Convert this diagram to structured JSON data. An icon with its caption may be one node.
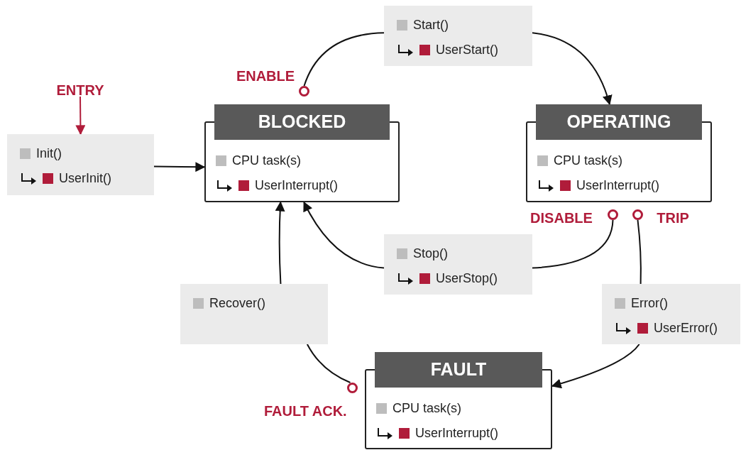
{
  "diagram": {
    "nodes": [
      {
        "text": [
          "ENTRY"
        ]
      },
      {
        "text": [
          "Start()",
          "UserStart()"
        ]
      },
      {
        "text": [],
        "shape": "circle",
        "beside": [
          "ENABLE"
        ]
      },
      {
        "text": [
          "Init()",
          "UserInit()"
        ]
      },
      {
        "text": [
          "BLOCKED",
          "CPU task(s)",
          "UserInterrupt()"
        ]
      },
      {
        "text": [
          "OPERATING",
          "CPU task(s)",
          "UserInterrupt()"
        ]
      },
      {
        "text": [],
        "shape": "circle",
        "beside": [
          "DISABLE"
        ]
      },
      {
        "text": [],
        "shape": "circle",
        "beside": [
          "TRIP"
        ]
      },
      {
        "text": [
          "Stop()",
          "UserStop()"
        ]
      },
      {
        "text": [
          "Recover()"
        ]
      },
      {
        "text": [
          "Error()",
          "UserError()"
        ]
      },
      {
        "text": [
          "FAULT",
          "CPU task(s)",
          "UserInterrupt()"
        ]
      },
      {
        "text": [],
        "shape": "circle",
        "beside": [
          "FAULT ACK."
        ]
      }
    ],
    "edges": [
      {
        "from": 0,
        "to": 3,
        "arrow": "to",
        "color": "#b01c3a"
      },
      {
        "from": 3,
        "to": 4,
        "arrow": "to"
      },
      {
        "from": 2,
        "to": 1,
        "arrow": "none"
      },
      {
        "from": 1,
        "to": 5,
        "arrow": "to"
      },
      {
        "from": 6,
        "to": 8,
        "arrow": "none"
      },
      {
        "from": 8,
        "to": 4,
        "arrow": "to"
      },
      {
        "from": 7,
        "to": 10,
        "arrow": "none"
      },
      {
        "from": 10,
        "to": 11,
        "arrow": "to"
      },
      {
        "from": 12,
        "to": 9,
        "arrow": "none"
      },
      {
        "from": 9,
        "to": 4,
        "arrow": "to"
      }
    ]
  }
}
